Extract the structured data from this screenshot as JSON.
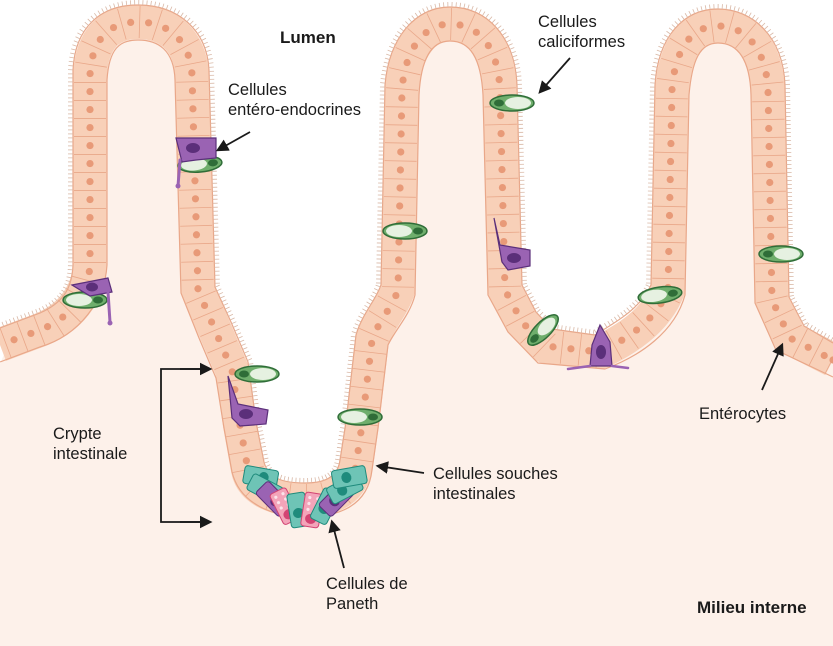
{
  "colors": {
    "interior": "#fdf1ea",
    "enterocyte_fill": "#f8d0b8",
    "enterocyte_stroke": "#e9a789",
    "nucleus": "#e89a78",
    "microvilli": "#d9b8a6",
    "goblet_fill": "#6fae6c",
    "goblet_dark": "#2f6d38",
    "goblet_granule": "#e6f1e1",
    "endocrine_fill": "#9a63b3",
    "endocrine_dark": "#5b2f7a",
    "stem_fill": "#6ec4b6",
    "stem_dark": "#1f8b7c",
    "paneth_fill": "#f3a4b9",
    "paneth_dark": "#d34473",
    "arrow": "#1a1a1a"
  },
  "labels": {
    "lumen": "Lumen",
    "milieu": "Milieu interne",
    "enteroendocrine": [
      "Cellules",
      "entéro-endocrines"
    ],
    "caliciformes": [
      "Cellules",
      "caliciformes"
    ],
    "crypte": [
      "Crypte",
      "intestinale"
    ],
    "souches": [
      "Cellules souches",
      "intestinales"
    ],
    "paneth": [
      "Cellules de",
      "Paneth"
    ],
    "enterocytes": "Entérocytes"
  },
  "icons": {
    "goblet": "goblet-cell-icon",
    "endocrine": "enteroendocrine-cell-icon",
    "stem": "stem-cell-icon",
    "paneth": "paneth-cell-icon"
  }
}
